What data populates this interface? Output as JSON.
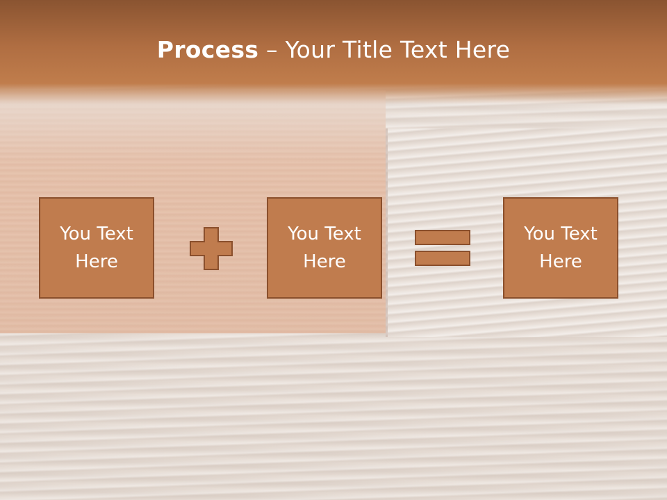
{
  "slide": {
    "title_bold": "Process",
    "title_rest": " – Your Title Text Here"
  },
  "process": {
    "steps": [
      {
        "label": "You Text Here"
      },
      {
        "label": "You Text Here"
      },
      {
        "label": "You Text Here"
      }
    ],
    "operators": [
      "plus-icon",
      "equals-icon"
    ]
  },
  "colors": {
    "header_dark": "#8a5431",
    "header_light": "#c07d4c",
    "box_fill": "#c07c4e",
    "box_border": "#8a4f2c",
    "text": "#ffffff"
  }
}
